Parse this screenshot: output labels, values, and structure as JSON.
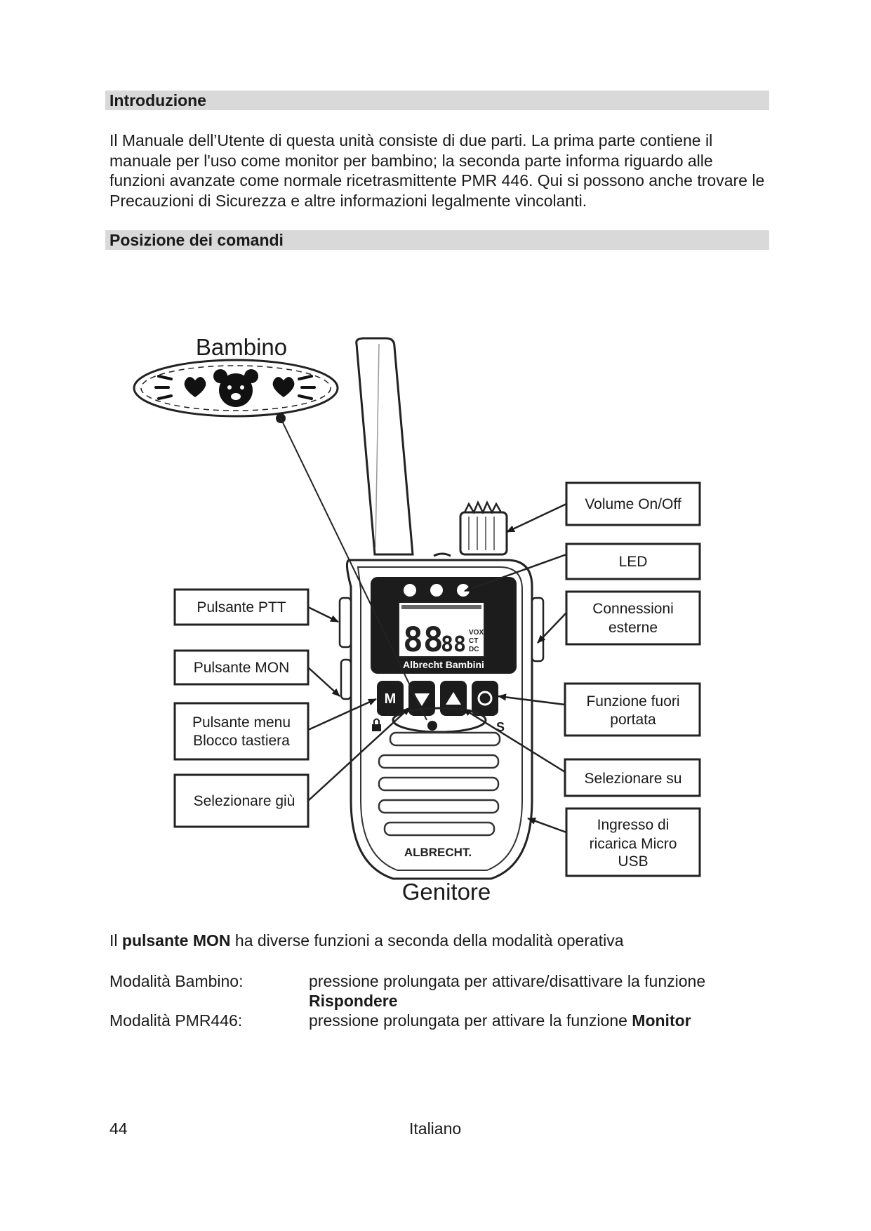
{
  "sections": {
    "intro_title": "Introduzione",
    "intro_text": "Il Manuale dell’Utente di questa unità consiste di due parti. La prima parte contiene il manuale per l'uso come monitor per bambino; la seconda parte informa riguardo alle funzioni avanzate come normale ricetrasmittente PMR 446. Qui si possono anche trovare le Precauzioni di Sicurezza e altre informazioni legalmente vincolanti.",
    "controls_title": "Posizione dei comandi"
  },
  "diagram": {
    "child_label": "Bambino",
    "parent_label": "Genitore",
    "device_brand_display": "Albrecht Bambini",
    "device_brand_logo": "ALBRECHT.",
    "lcd_digits": "88",
    "lcd_small_digits": "88",
    "lcd_flags": [
      "VOX",
      "CT",
      "DC"
    ],
    "key_m": "M",
    "key_s": "S",
    "callouts_left": [
      {
        "line1": "Pulsante PTT",
        "line2": ""
      },
      {
        "line1": "Pulsante MON",
        "line2": ""
      },
      {
        "line1": "Pulsante menu",
        "line2": "Blocco tastiera"
      },
      {
        "line1": "Selezionare giù",
        "line2": ""
      }
    ],
    "callouts_right": [
      {
        "line1": "Volume On/Off",
        "line2": "",
        "line3": ""
      },
      {
        "line1": "LED",
        "line2": "",
        "line3": ""
      },
      {
        "line1": "Connessioni",
        "line2": "esterne",
        "line3": ""
      },
      {
        "line1": "Funzione fuori",
        "line2": "portata",
        "line3": ""
      },
      {
        "line1": "Selezionare su",
        "line2": "",
        "line3": ""
      },
      {
        "line1": "Ingresso di",
        "line2": "ricarica Micro",
        "line3": "USB"
      }
    ]
  },
  "mon": {
    "prefix": "Il ",
    "bold": "pulsante MON",
    "suffix": " ha diverse funzioni a seconda della modalità operativa",
    "modes": [
      {
        "name": "Modalità Bambino:",
        "desc": "pressione prolungata per attivare/disattivare la funzione ",
        "desc_bold": "Rispondere"
      },
      {
        "name": "Modalità PMR446:",
        "desc": "pressione prolungata per attivare la funzione ",
        "desc_bold": "Monitor"
      }
    ]
  },
  "footer": {
    "page_number": "44",
    "language": "Italiano"
  }
}
